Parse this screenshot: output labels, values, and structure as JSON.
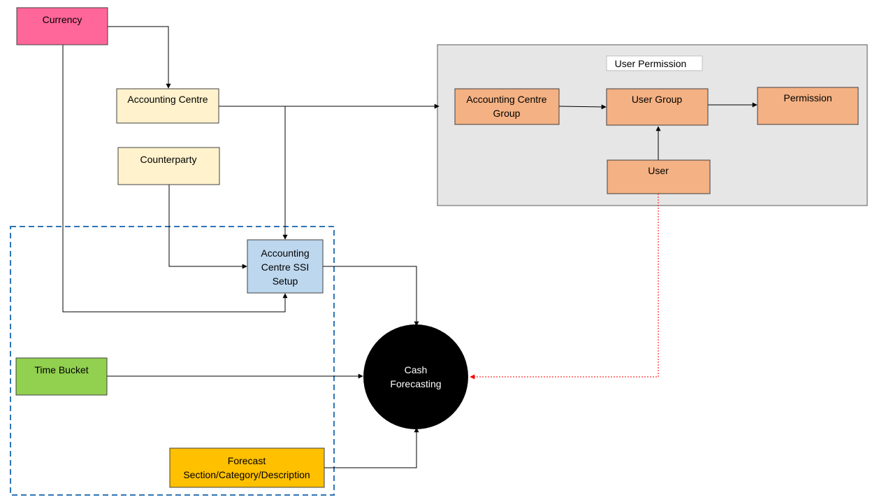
{
  "nodes": {
    "currency": {
      "label": "Currency",
      "color": "#FF6699"
    },
    "accounting_centre": {
      "label": "Accounting Centre",
      "color": "#FFF2CC"
    },
    "counterparty": {
      "label": "Counterparty",
      "color": "#FFF2CC"
    },
    "ssi_setup": {
      "lines": [
        "Accounting",
        "Centre SSI",
        "Setup"
      ],
      "color": "#BDD7EE"
    },
    "time_bucket": {
      "label": "Time Bucket",
      "color": "#92D050"
    },
    "forecast": {
      "lines": [
        "Forecast",
        "Section/Category/Description"
      ],
      "color": "#FFC000"
    },
    "cash_forecasting": {
      "lines": [
        "Cash",
        "Forecasting"
      ],
      "color": "#000000"
    }
  },
  "user_permission_group": {
    "title": "User Permission",
    "background": "#E7E6E6",
    "nodes": {
      "ac_group": {
        "lines": [
          "Accounting Centre",
          "Group"
        ],
        "color": "#F4B183"
      },
      "user_group": {
        "label": "User Group",
        "color": "#F4B183"
      },
      "permission": {
        "label": "Permission",
        "color": "#F4B183"
      },
      "user": {
        "label": "User",
        "color": "#F4B183"
      }
    }
  },
  "colors": {
    "dashed_boundary": "#2E75B6",
    "dotted_link": "#FF0000",
    "connector": "#000000"
  }
}
